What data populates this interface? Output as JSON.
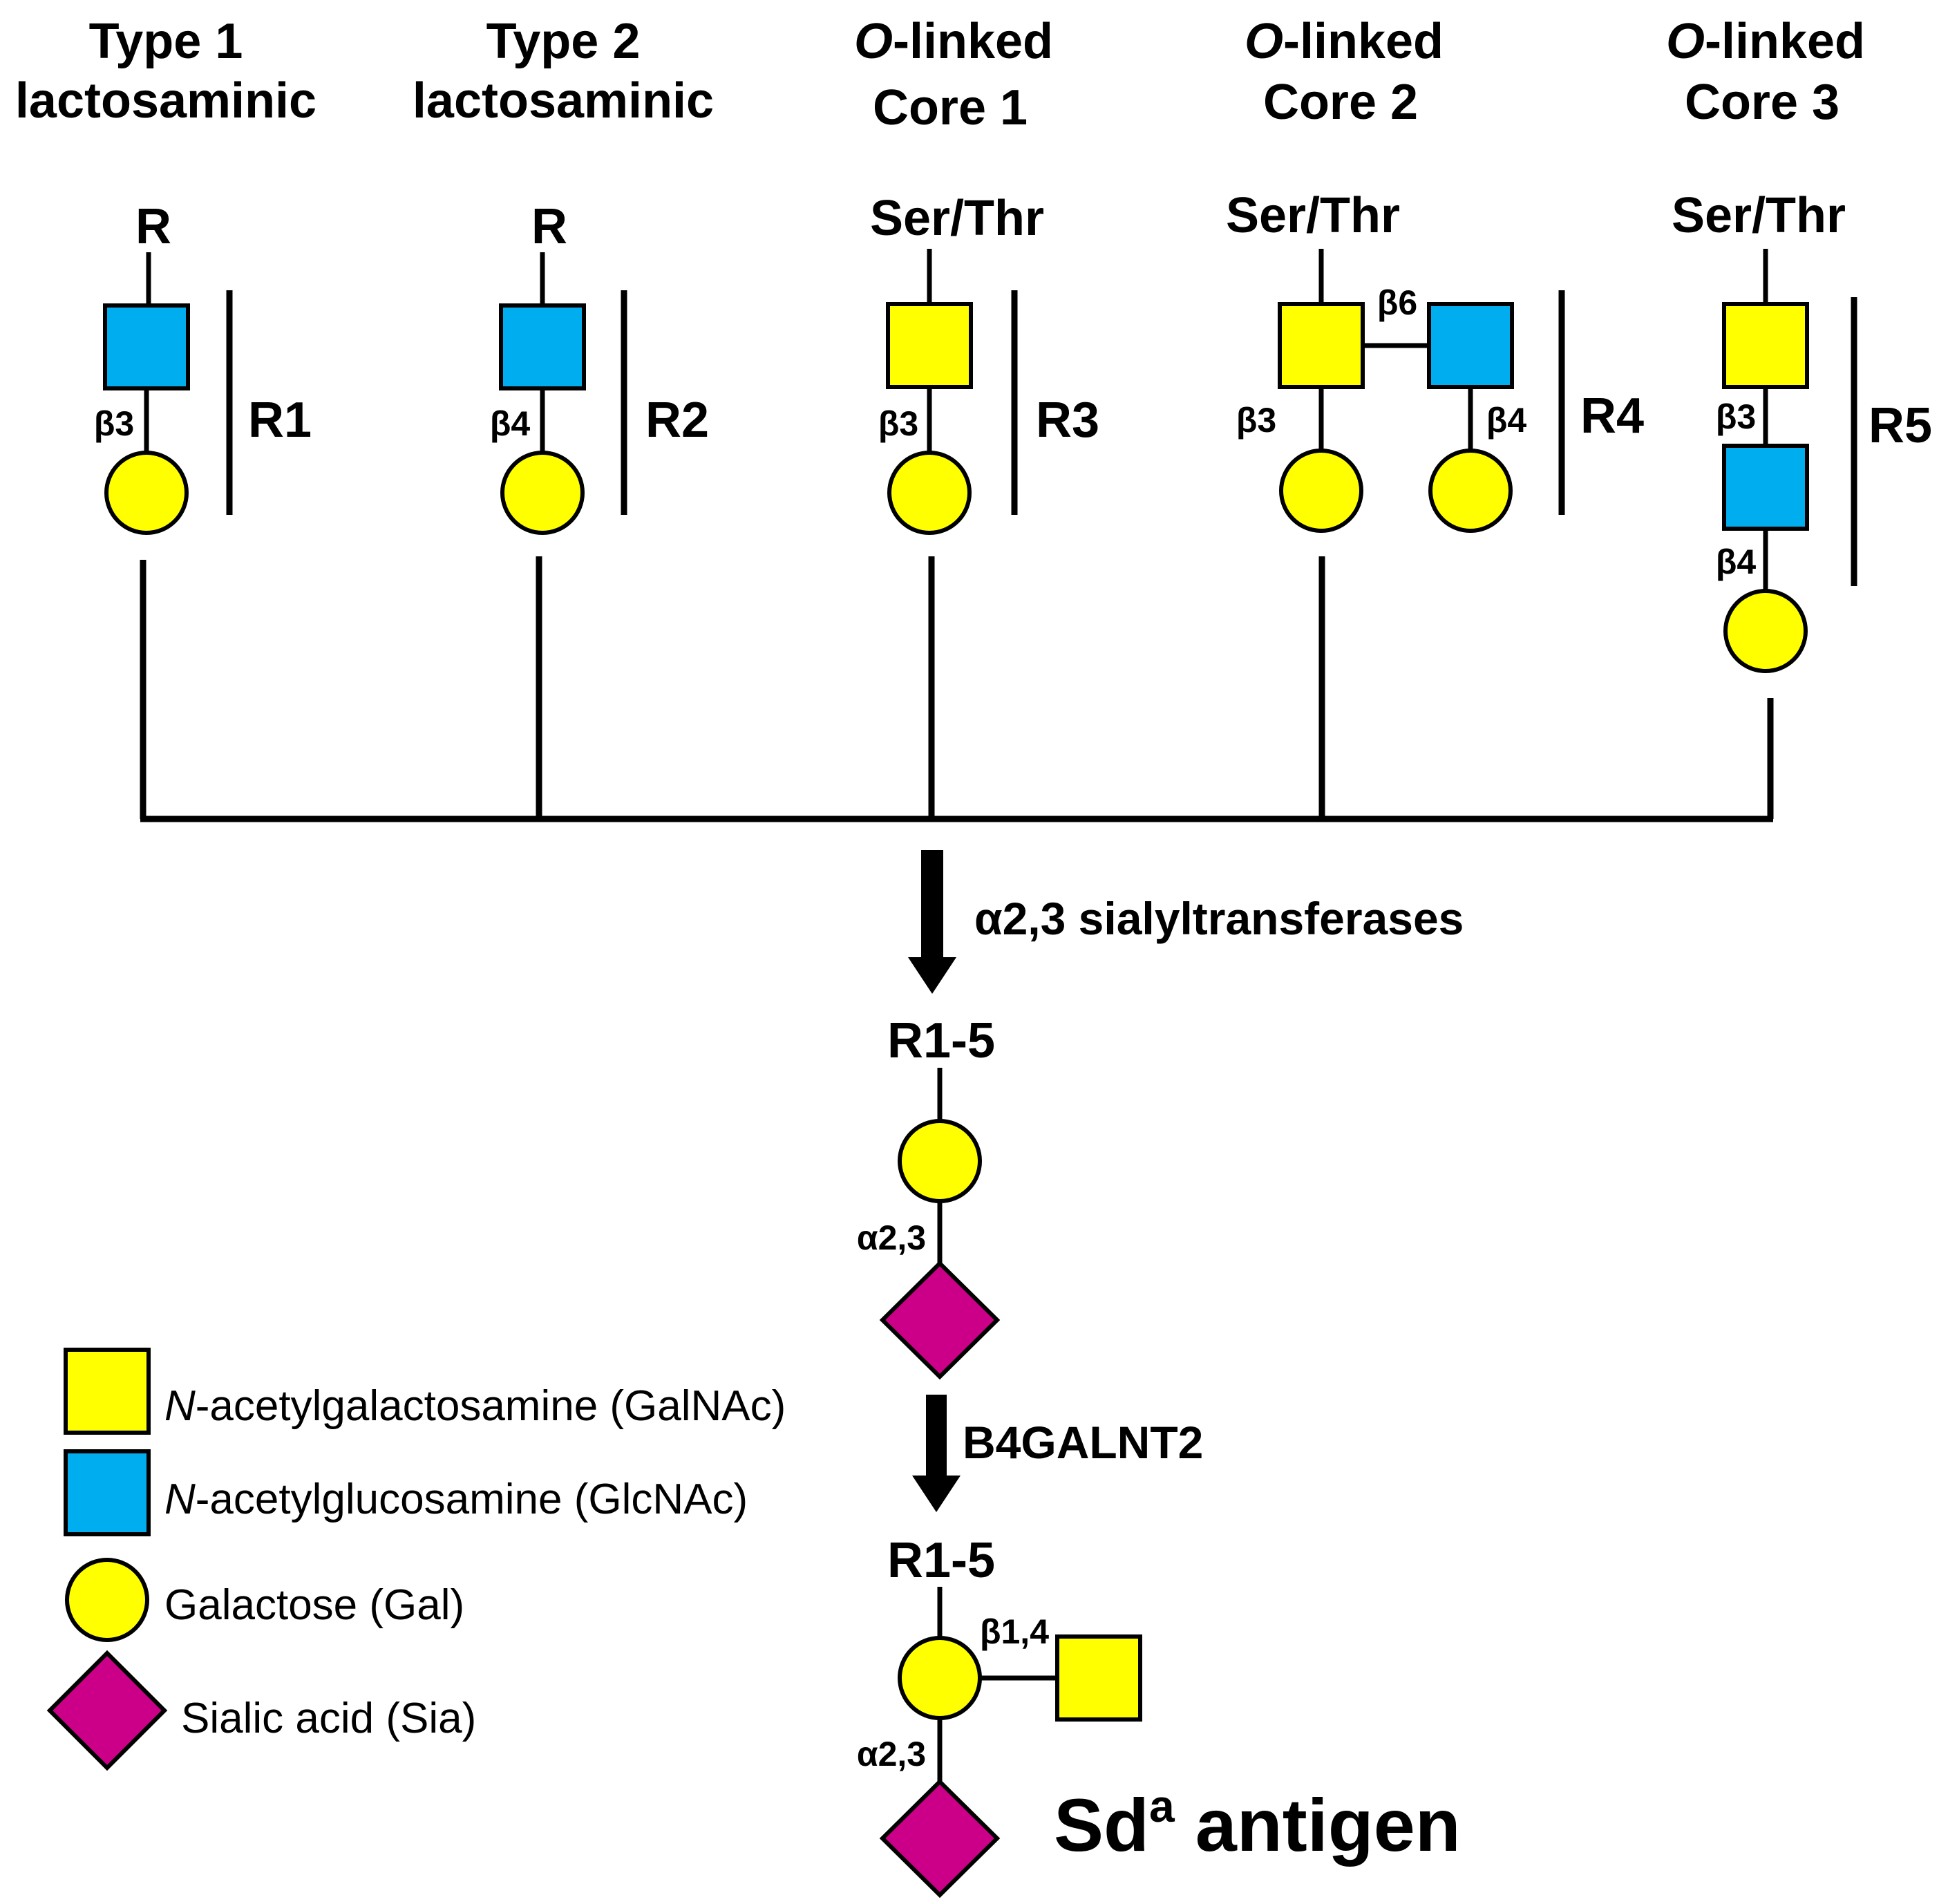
{
  "colors": {
    "GalNAc": "#FFFF00",
    "GlcNAc": "#00AEEF",
    "Gal": "#FFFF00",
    "Sia": "#CC0088",
    "line": "#000000"
  },
  "structures": [
    {
      "title": [
        "Type 1",
        "lactosaminic"
      ],
      "aglycone": "R",
      "linkage_a": "β3",
      "group": "R1"
    },
    {
      "title": [
        "Type 2",
        "lactosaminic"
      ],
      "aglycone": "R",
      "linkage_a": "β4",
      "group": "R2"
    },
    {
      "title_prefix": "O",
      "title": [
        "-linked",
        "Core 1"
      ],
      "aglycone": "Ser/Thr",
      "linkage_a": "β3",
      "group": "R3"
    },
    {
      "title_prefix": "O",
      "title": [
        "-linked",
        "Core 2"
      ],
      "aglycone": "Ser/Thr",
      "linkage_a": "β3",
      "linkage_b": "β6",
      "linkage_c": "β4",
      "group": "R4"
    },
    {
      "title_prefix": "O",
      "title": [
        "-linked",
        "Core 3"
      ],
      "aglycone": "Ser/Thr",
      "linkage_a": "β3",
      "linkage_b": "β4",
      "group": "R5"
    }
  ],
  "step1": {
    "enzyme": "α2,3 sialyltransferases",
    "product_root": "R1-5",
    "linkage": "α2,3"
  },
  "step2": {
    "enzyme": "B4GALNT2",
    "product_root": "R1-5",
    "linkage_galnac": "β1,4",
    "linkage_sia": "α2,3",
    "product_name_main": "Sd",
    "product_name_sup": "a",
    "product_name_tail": " antigen"
  },
  "legend": [
    {
      "italic": "N",
      "text": "-acetylgalactosamine (GalNAc)",
      "icon": "GalNAc-square-icon"
    },
    {
      "italic": "N",
      "text": "-acetylglucosamine (GlcNAc)",
      "icon": "GlcNAc-square-icon"
    },
    {
      "italic": "",
      "text": "Galactose (Gal)",
      "icon": "Gal-circle-icon"
    },
    {
      "italic": "",
      "text": "Sialic acid (Sia)",
      "icon": "Sia-diamond-icon"
    }
  ]
}
